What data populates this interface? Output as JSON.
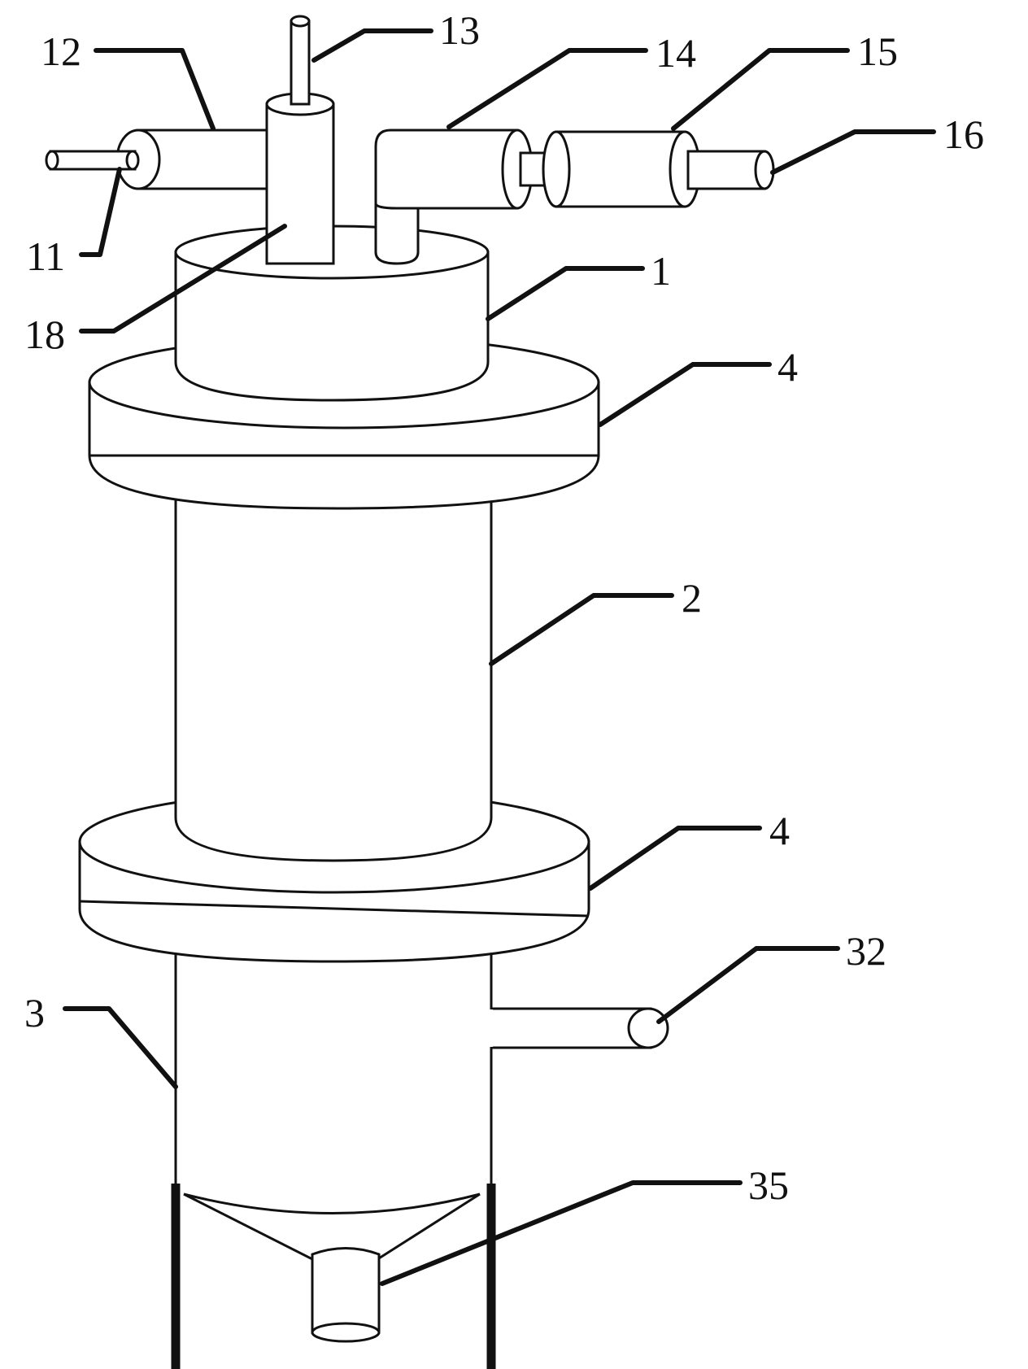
{
  "colors": {
    "ink": "#111111",
    "paper": "#ffffff"
  },
  "labels": {
    "l1": "1",
    "l2": "2",
    "l3": "3",
    "l4_top": "4",
    "l4_bottom": "4",
    "l11": "11",
    "l12": "12",
    "l13": "13",
    "l14": "14",
    "l15": "15",
    "l16": "16",
    "l18": "18",
    "l32": "32",
    "l35": "35"
  }
}
